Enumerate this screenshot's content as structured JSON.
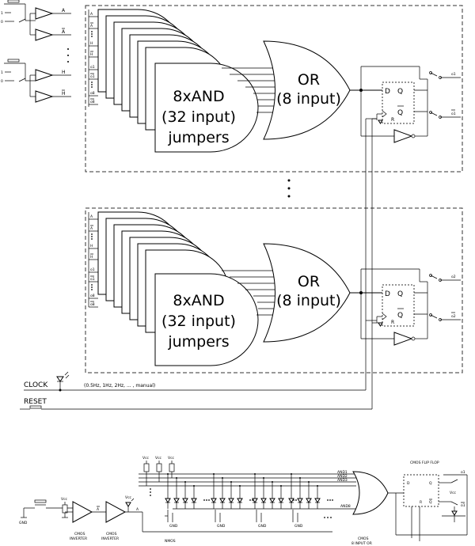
{
  "inputs": {
    "one_label": "1",
    "zero_label": "0",
    "sig_a": "A",
    "sig_a_bar": "A",
    "sig_h": "H",
    "sig_h_bar": "H"
  },
  "block_top": {
    "pins": [
      "A",
      "A",
      "H",
      "H",
      "o1",
      "o1",
      "o8",
      "o8"
    ],
    "and_line1": "8xAND",
    "and_line2": "(32 input)",
    "and_line3": "jumpers",
    "or_line1": "OR",
    "or_line2": "(8 input)",
    "ff_d": "D",
    "ff_q": "Q",
    "ff_qbar": "Q",
    "ff_r": "R",
    "out": "o1",
    "out_bar": "o1"
  },
  "block_bottom": {
    "pins": [
      "A",
      "A",
      "H",
      "H",
      "o1",
      "o1",
      "o8",
      "o8"
    ],
    "and_line1": "8xAND",
    "and_line2": "(32 input)",
    "and_line3": "jumpers",
    "or_line1": "OR",
    "or_line2": "(8 input)",
    "ff_d": "D",
    "ff_q": "Q",
    "ff_qbar": "Q",
    "ff_r": "R",
    "out": "o2",
    "out_bar": "o2"
  },
  "clock": {
    "label": "CLOCK",
    "options": "(0.5Hz, 1Hz, 2Hz, ... , manual)"
  },
  "reset": {
    "label": "RESET"
  },
  "detail": {
    "gnd": "GND",
    "vcc": "Vcc",
    "sig_a": "A",
    "sig_a2": "A",
    "inverter1": [
      "CMOS",
      "INVERTER"
    ],
    "inverter2": [
      "CMOS",
      "INVERTER"
    ],
    "nmos": "NMOS",
    "cmos_or": [
      "CMOS",
      "8 INPUT OR"
    ],
    "flipflop": "CMOS FLIP FLOP",
    "and_lines": [
      "AND1",
      "AND2",
      "AND3",
      "AND8"
    ],
    "ff_d": "D",
    "ff_q": "Q",
    "ff_r": "R",
    "ff_qbar": "Q",
    "out": "o1",
    "out_bar": "o1",
    "gnd_small": "GND"
  }
}
